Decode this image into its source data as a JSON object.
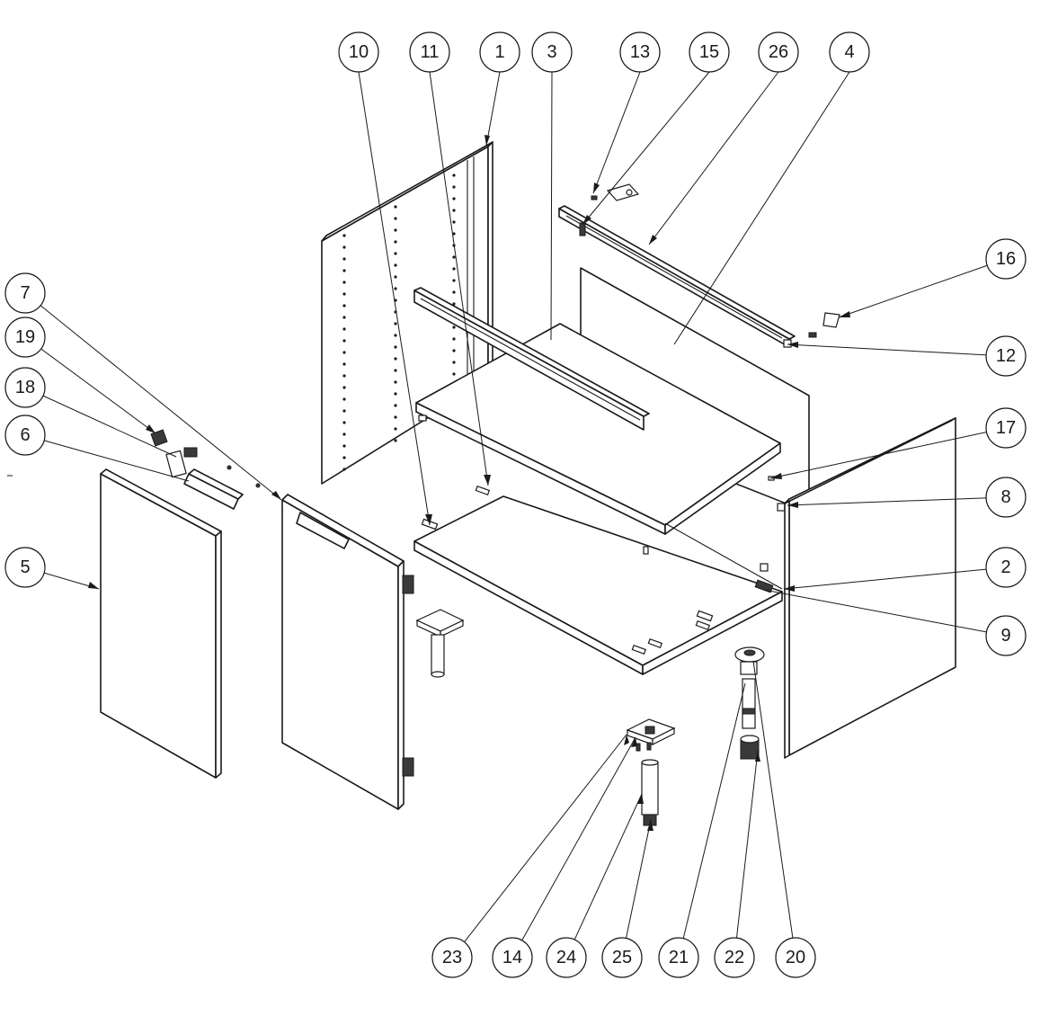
{
  "balloons": [
    {
      "label": "10"
    },
    {
      "label": "11"
    },
    {
      "label": "1"
    },
    {
      "label": "3"
    },
    {
      "label": "13"
    },
    {
      "label": "15"
    },
    {
      "label": "26"
    },
    {
      "label": "4"
    },
    {
      "label": "16"
    },
    {
      "label": "12"
    },
    {
      "label": "17"
    },
    {
      "label": "8"
    },
    {
      "label": "2"
    },
    {
      "label": "9"
    },
    {
      "label": "7"
    },
    {
      "label": "19"
    },
    {
      "label": "18"
    },
    {
      "label": "6"
    },
    {
      "label": "5"
    },
    {
      "label": "23"
    },
    {
      "label": "14"
    },
    {
      "label": "24"
    },
    {
      "label": "25"
    },
    {
      "label": "21"
    },
    {
      "label": "22"
    },
    {
      "label": "20"
    }
  ]
}
